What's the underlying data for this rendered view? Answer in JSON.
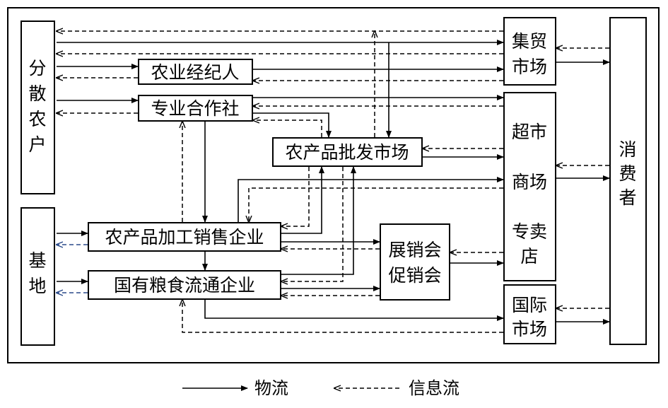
{
  "nodes": {
    "scattered_farmers": [
      "分",
      "散",
      "农",
      "户"
    ],
    "base": [
      "基",
      "地"
    ],
    "agri_broker": "农业经纪人",
    "coop": "专业合作社",
    "wholesale": "农产品批发市场",
    "processing": "农产品加工销售企业",
    "grain": "国有粮食流通企业",
    "fair": [
      "展销会",
      "促销会"
    ],
    "market": [
      "集贸",
      "市场"
    ],
    "supermarket": [
      "超市",
      "商场",
      "专卖",
      "店"
    ],
    "intl_market": [
      "国际",
      "市场"
    ],
    "consumer": [
      "消",
      "费",
      "者"
    ]
  },
  "legend": {
    "material_flow": "物流",
    "info_flow": "信息流"
  }
}
